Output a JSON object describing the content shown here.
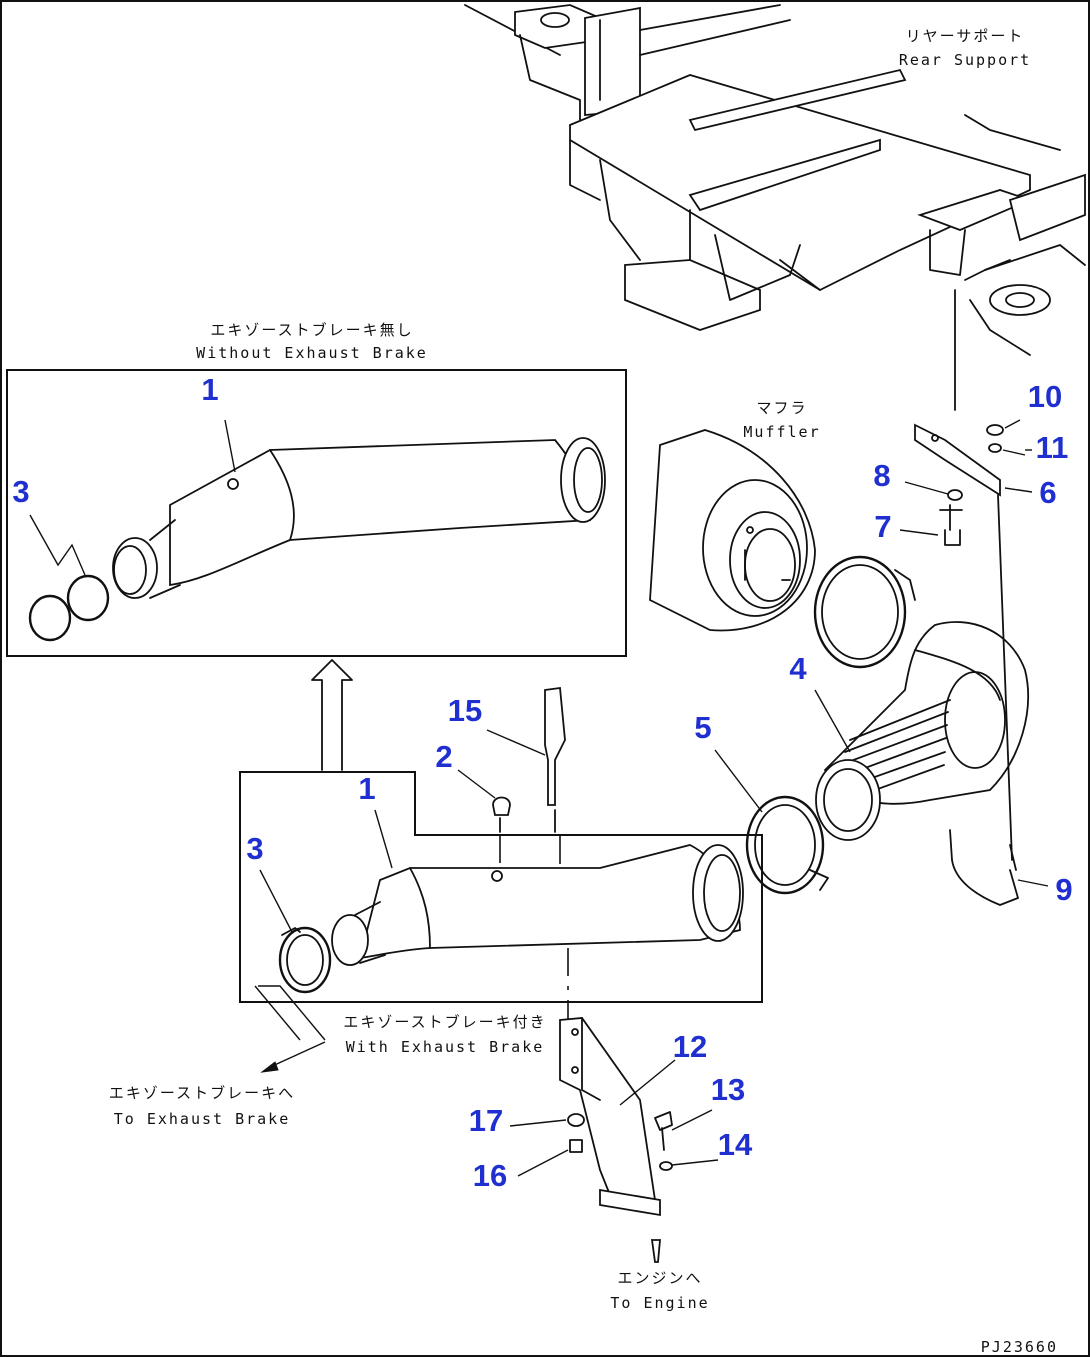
{
  "labels": {
    "rear_support_jp": "リヤーサポート",
    "rear_support_en": "Rear Support",
    "without_brake_jp": "エキゾーストブレーキ無し",
    "without_brake_en": "Without Exhaust Brake",
    "muffler_jp": "マフラ",
    "muffler_en": "Muffler",
    "with_brake_jp": "エキゾーストブレーキ付き",
    "with_brake_en": "With Exhaust Brake",
    "to_brake_jp": "エキゾーストブレーキへ",
    "to_brake_en": "To Exhaust Brake",
    "to_engine_jp": "エンジンへ",
    "to_engine_en": "To Engine",
    "drawing_code": "PJ23660"
  },
  "callouts": {
    "top_1": "1",
    "top_3": "3",
    "c10": "10",
    "c11": "11",
    "c8": "8",
    "c6": "6",
    "c7": "7",
    "c4": "4",
    "c15": "15",
    "c5": "5",
    "c2": "2",
    "bot_1": "1",
    "bot_3": "3",
    "c9": "9",
    "c12": "12",
    "c13": "13",
    "c17": "17",
    "c14": "14",
    "c16": "16"
  },
  "colors": {
    "callout": "#1f2fd0",
    "line": "#111111"
  }
}
